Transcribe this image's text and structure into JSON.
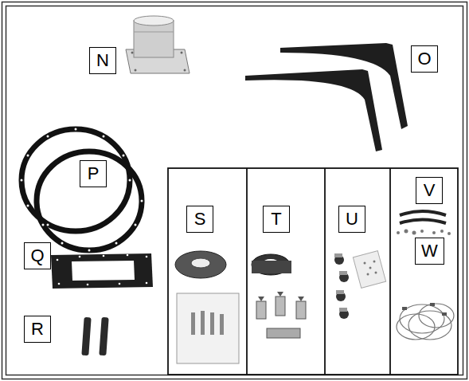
{
  "diagram": {
    "nodes": [
      {
        "text": [
          "N"
        ]
      },
      {
        "text": [
          "O"
        ]
      },
      {
        "text": [
          "P"
        ]
      },
      {
        "text": [
          "V"
        ]
      },
      {
        "text": [
          "S"
        ]
      },
      {
        "text": [
          "T"
        ]
      },
      {
        "text": [
          "U"
        ]
      },
      {
        "text": [
          "W"
        ]
      },
      {
        "text": [
          "Q"
        ]
      },
      {
        "text": [
          "R"
        ]
      }
    ]
  }
}
